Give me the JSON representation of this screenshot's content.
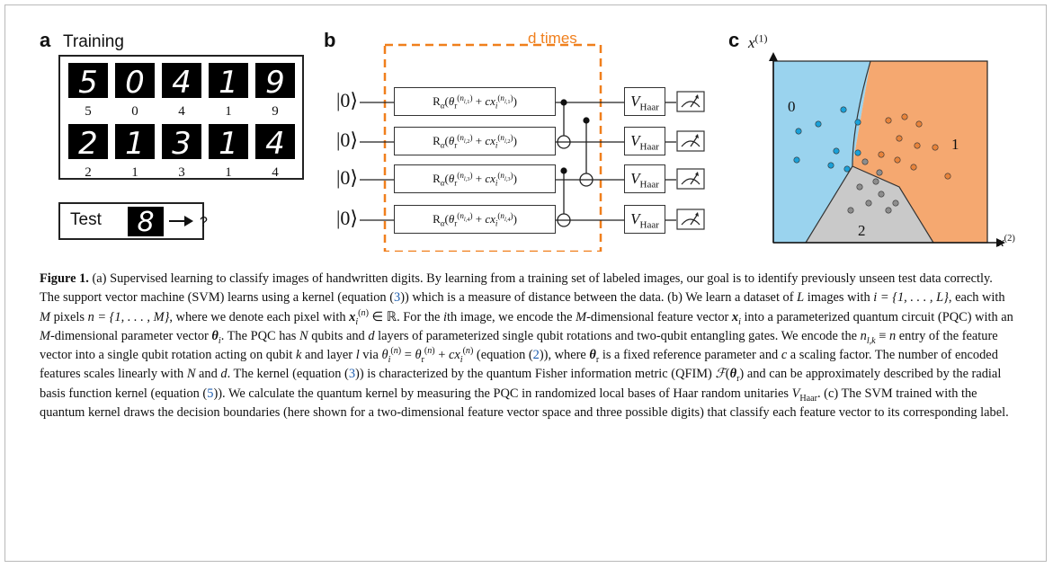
{
  "panels": {
    "a": {
      "label": "a",
      "training_title": "Training",
      "training_digits_row1": [
        "5",
        "0",
        "4",
        "1",
        "9"
      ],
      "training_digits_row2": [
        "2",
        "1",
        "3",
        "1",
        "4"
      ],
      "test_title": "Test",
      "test_digit": "8",
      "test_output": "?",
      "arrow_icon": "right-arrow-icon"
    },
    "b": {
      "label": "b",
      "repeat_label": "d times",
      "ket": "|0⟩",
      "rotation_gates": [
        {
          "sup": "(n_{l,1})"
        },
        {
          "sup": "(n_{l,2})"
        },
        {
          "sup": "(n_{l,3})"
        },
        {
          "sup": "(n_{l,4})"
        }
      ],
      "haar_gate": "V",
      "haar_sub": "Haar",
      "meter_icon": "measurement-meter-icon",
      "accent_color": "#f07f1c"
    },
    "c": {
      "label": "c",
      "y_axis": "x",
      "y_axis_sup": "(1)",
      "x_axis": "x",
      "x_axis_sup": "(2)",
      "region_labels": [
        "0",
        "1",
        "2"
      ],
      "colors": {
        "class0": "#9ad3ee",
        "class1": "#f5a870",
        "class2": "#c9c9c9",
        "dot0": "#1aa0d8",
        "dot1": "#e8833a",
        "dot2": "#8d8d8d"
      }
    }
  },
  "caption": {
    "fig_label": "Figure 1.",
    "ref3": "3",
    "ref2": "2",
    "ref5": "5",
    "t1": " (a) Supervised learning to classify images of handwritten digits. By learning from a training set of labeled images, our goal is to identify previously unseen test data correctly. The support vector machine (SVM) learns using a kernel (equation (",
    "t2": ")) which is a measure of distance between the data. (b) We learn a dataset of ",
    "L": "L",
    "t3": " images with ",
    "i_eq": "i = {1, . . . , L}",
    "t4": ", each with ",
    "M": "M",
    "t5": " pixels ",
    "n_eq": "n = {1, . . . , M}",
    "t6": ", where we denote each pixel with ",
    "t7": " ∈ ℝ. For the ",
    "i": "i",
    "t8": "th image, we encode the ",
    "t9": "-dimensional feature vector ",
    "t10": " into a parameterized quantum circuit (PQC) with an ",
    "t11": "-dimensional parameter vector ",
    "t12": ". The PQC has ",
    "N": "N",
    "t13": " qubits and ",
    "d": "d",
    "t14": " layers of parameterized single qubit rotations and two-qubit entangling gates. We encode the ",
    "t15": " ≡ ",
    "n": "n",
    "t16": " entry of the feature vector into a single qubit rotation acting on qubit ",
    "k": "k",
    "t17": " and layer ",
    "l": "l",
    "t18": " via ",
    "t19": " (equation (",
    "t20": ")), where ",
    "t21": " is a fixed reference parameter and ",
    "c": "c",
    "t22": " a scaling factor. The number of encoded features scales linearly with ",
    "t23": " and ",
    "t24": ". The kernel (equation (",
    "t25": ")) is characterized by the quantum Fisher information metric (QFIM) ",
    "t26": " and can be approximately described by the radial basis function kernel (equation (",
    "t27": ")). We calculate the quantum kernel by measuring the PQC in randomized local bases of Haar random unitaries ",
    "t28": ". (c) The SVM trained with the quantum kernel draws the decision boundaries (here shown for a two-dimensional feature vector space and three possible digits) that classify each feature vector to its corresponding label."
  }
}
